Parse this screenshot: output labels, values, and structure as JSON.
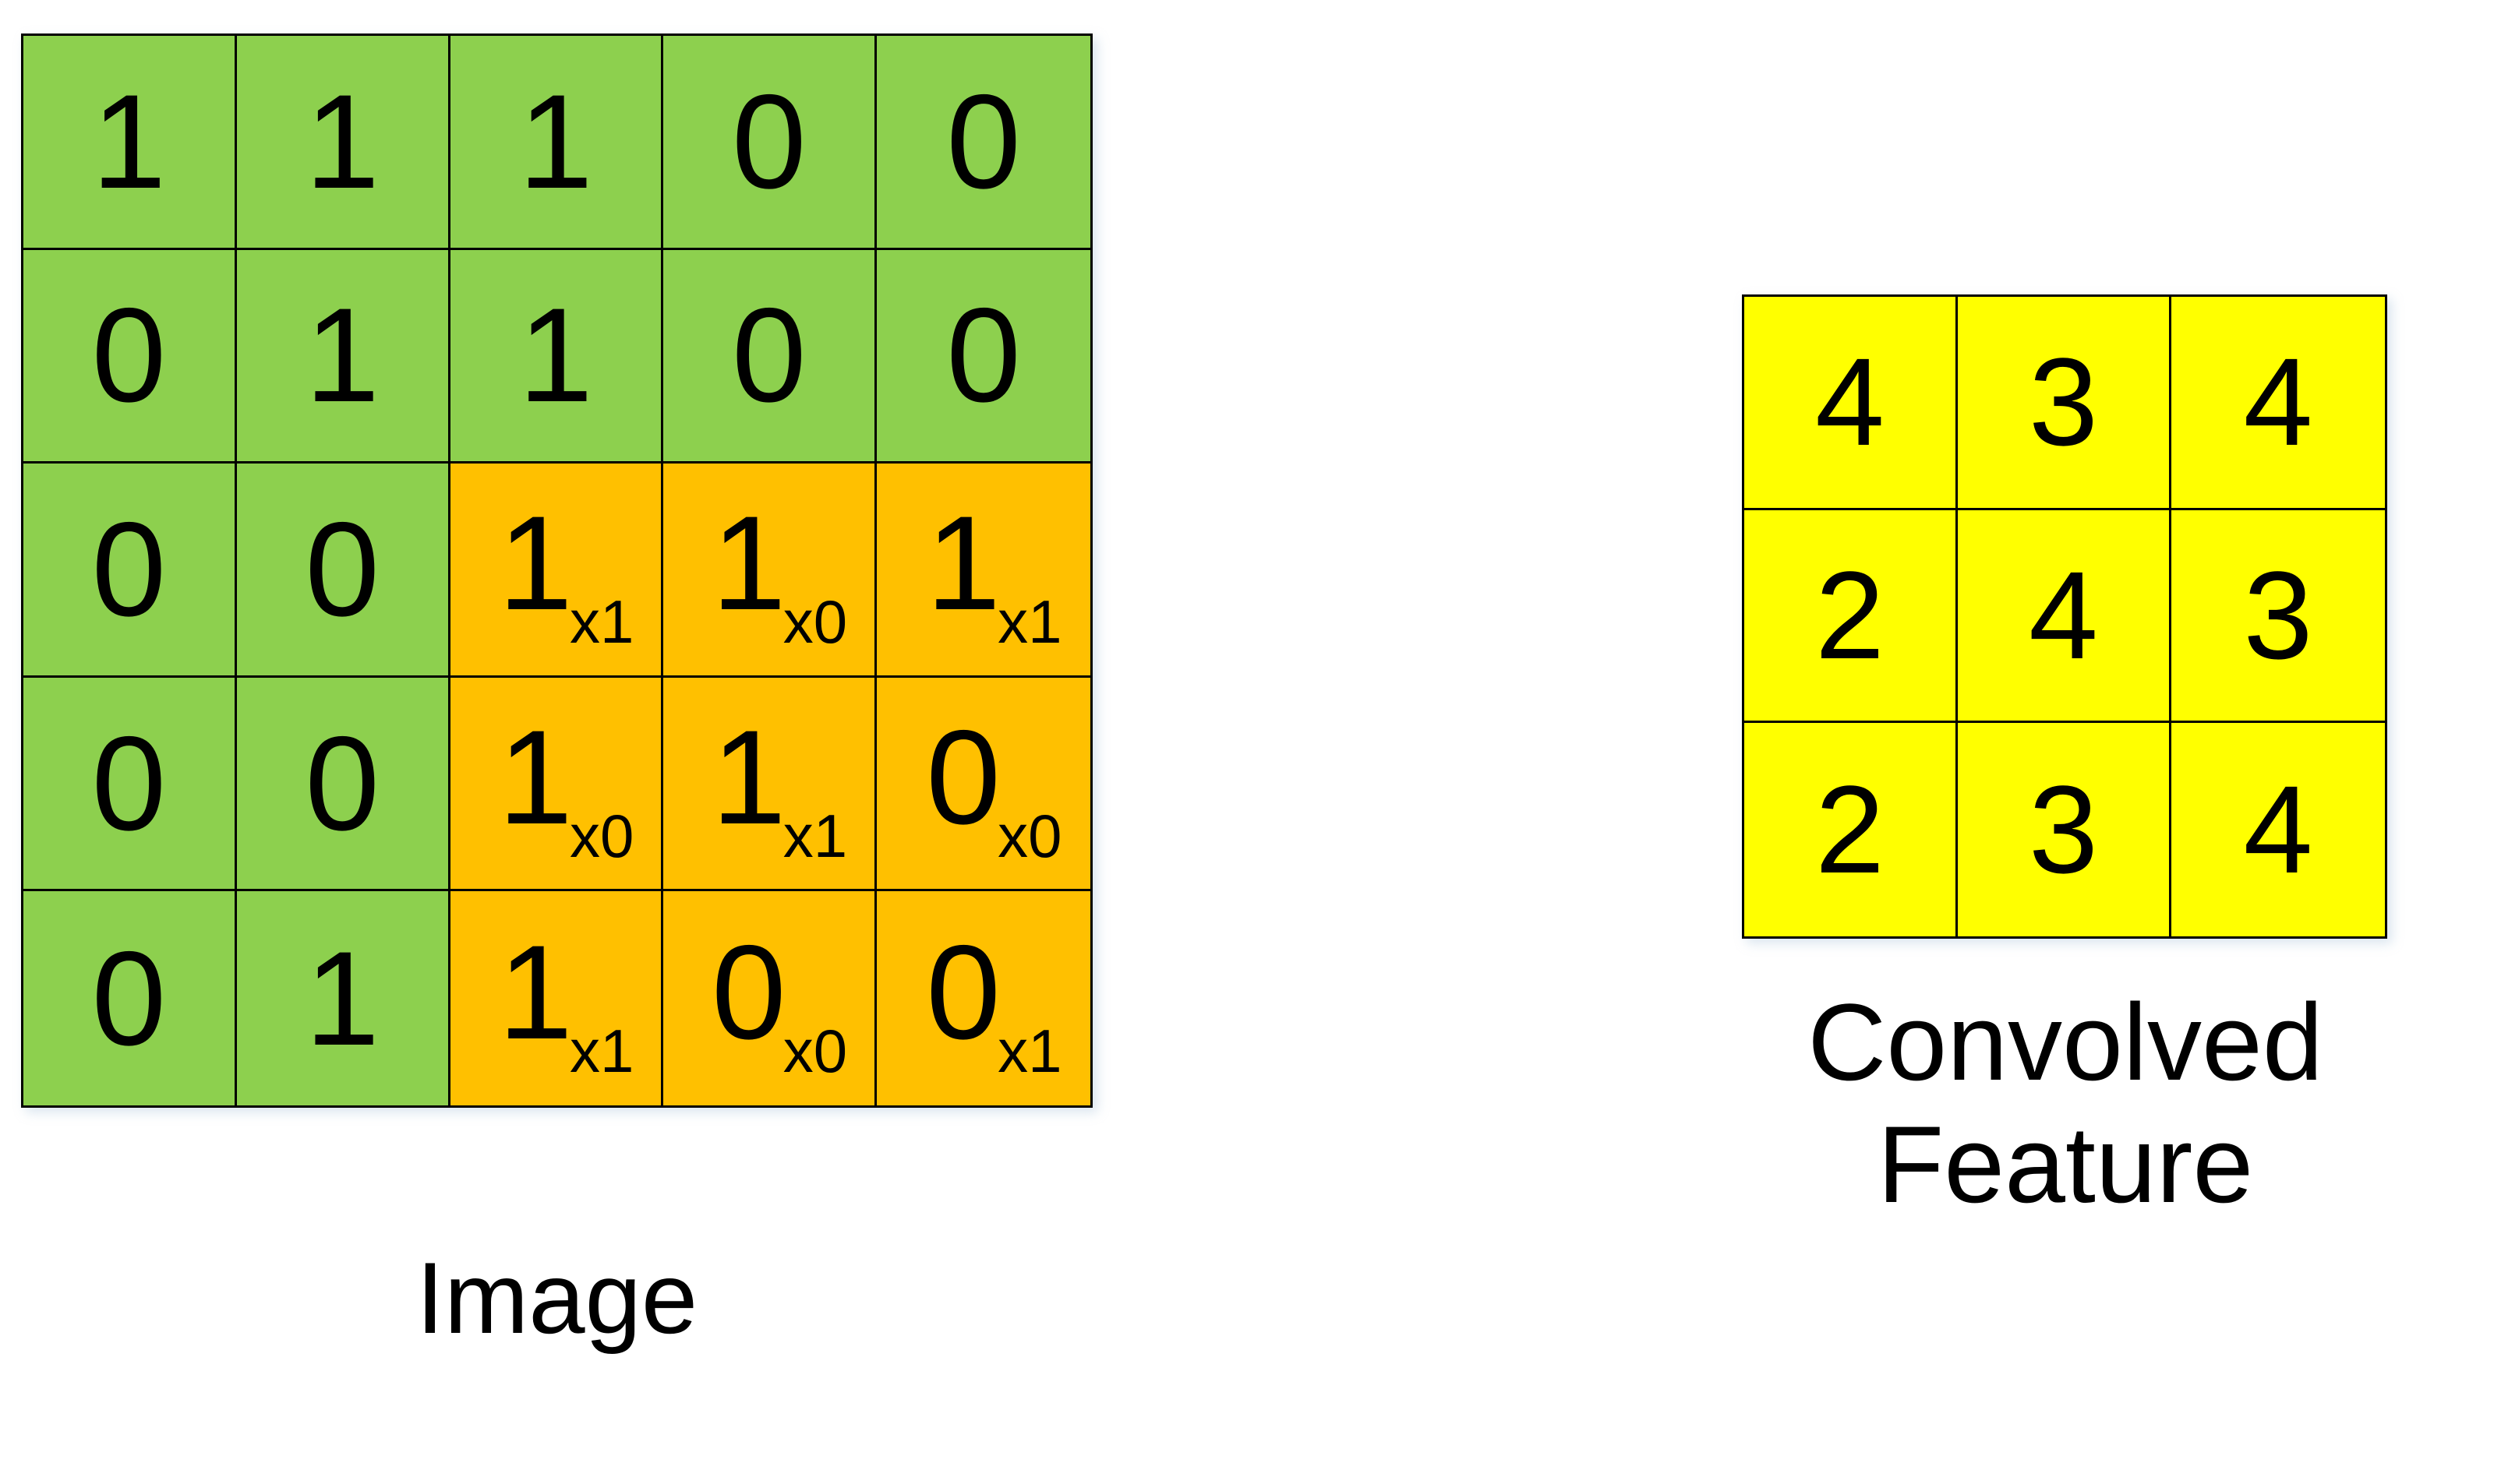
{
  "colors": {
    "background": "#ffffff",
    "image_cell": "#8DD04E",
    "kernel_overlay_cell": "#FFC000",
    "feature_cell": "#FFFF00",
    "grid_line": "#000000",
    "text": "#000000"
  },
  "image_matrix": {
    "caption": "Image",
    "rows": 5,
    "cols": 5,
    "values": [
      [
        "1",
        "1",
        "1",
        "0",
        "0"
      ],
      [
        "0",
        "1",
        "1",
        "0",
        "0"
      ],
      [
        "0",
        "0",
        "1",
        "1",
        "1"
      ],
      [
        "0",
        "0",
        "1",
        "1",
        "0"
      ],
      [
        "0",
        "1",
        "1",
        "0",
        "0"
      ]
    ],
    "kernel_subscripts": [
      [
        "",
        "",
        "",
        "",
        ""
      ],
      [
        "",
        "",
        "",
        "",
        ""
      ],
      [
        "",
        "",
        "x1",
        "x0",
        "x1"
      ],
      [
        "",
        "",
        "x0",
        "x1",
        "x0"
      ],
      [
        "",
        "",
        "x1",
        "x0",
        "x1"
      ]
    ],
    "highlighted_cells": [
      [
        2,
        2
      ],
      [
        2,
        3
      ],
      [
        2,
        4
      ],
      [
        3,
        2
      ],
      [
        3,
        3
      ],
      [
        3,
        4
      ],
      [
        4,
        2
      ],
      [
        4,
        3
      ],
      [
        4,
        4
      ]
    ]
  },
  "feature_matrix": {
    "caption": "Convolved\nFeature",
    "rows": 3,
    "cols": 3,
    "values": [
      [
        "4",
        "3",
        "4"
      ],
      [
        "2",
        "4",
        "3"
      ],
      [
        "2",
        "3",
        "4"
      ]
    ]
  },
  "chart_data": {
    "type": "heatmap",
    "title": "",
    "panels": [
      {
        "name": "Image",
        "label": "Image",
        "type": "matrix",
        "shape": [
          5,
          5
        ],
        "values": [
          [
            1,
            1,
            1,
            0,
            0
          ],
          [
            0,
            1,
            1,
            0,
            0
          ],
          [
            0,
            0,
            1,
            1,
            1
          ],
          [
            0,
            0,
            1,
            1,
            0
          ],
          [
            0,
            1,
            1,
            0,
            0
          ]
        ],
        "cell_color": "#8DD04E",
        "overlay": {
          "name": "kernel-window",
          "color": "#FFC000",
          "top_left": [
            2,
            2
          ],
          "shape": [
            3,
            3
          ],
          "kernel": [
            [
              1,
              0,
              1
            ],
            [
              0,
              1,
              0
            ],
            [
              1,
              0,
              1
            ]
          ],
          "subscript_labels": [
            [
              "x1",
              "x0",
              "x1"
            ],
            [
              "x0",
              "x1",
              "x0"
            ],
            [
              "x1",
              "x0",
              "x1"
            ]
          ]
        }
      },
      {
        "name": "Convolved Feature",
        "label": "Convolved Feature",
        "type": "matrix",
        "shape": [
          3,
          3
        ],
        "values": [
          [
            4,
            3,
            4
          ],
          [
            2,
            4,
            3
          ],
          [
            2,
            3,
            4
          ]
        ],
        "cell_color": "#FFFF00"
      }
    ],
    "grid": true,
    "legend": "none"
  }
}
